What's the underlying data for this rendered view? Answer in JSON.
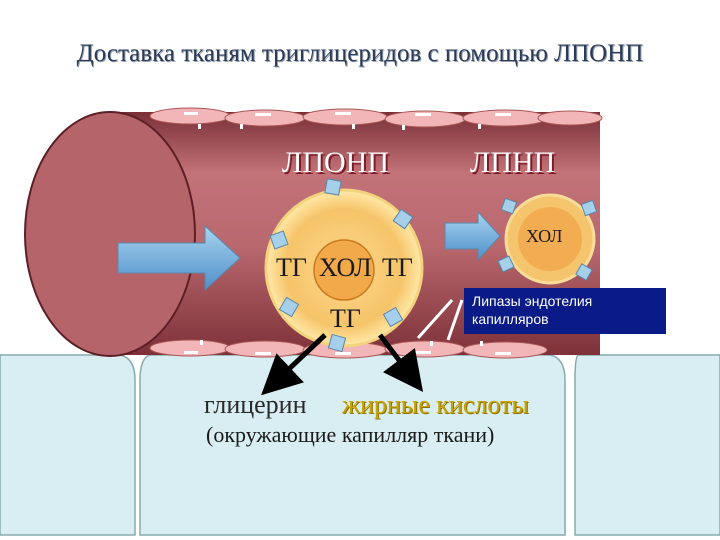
{
  "title": "Доставка тканям  триглицеридов с помощью ЛПОНП",
  "labels": {
    "lponp": "ЛПОНП",
    "lpnp": "ЛПНП",
    "hol_small": "ХОЛ",
    "tg_left": "ТГ",
    "hol_center": "ХОЛ",
    "tg_right": "ТГ",
    "tg_bottom": "ТГ",
    "lipase": "Липазы эндотелия капилляров",
    "glycerol": "глицерин",
    "fatty_acids": "жирные кислоты",
    "tissues": "(окружающие капилляр ткани)"
  },
  "colors": {
    "capillary": "#b86469",
    "cell": "#d9eef2",
    "particle": "#f5c56e",
    "arrow": "#6fa8d6",
    "lipase_box": "#0a1a86"
  }
}
